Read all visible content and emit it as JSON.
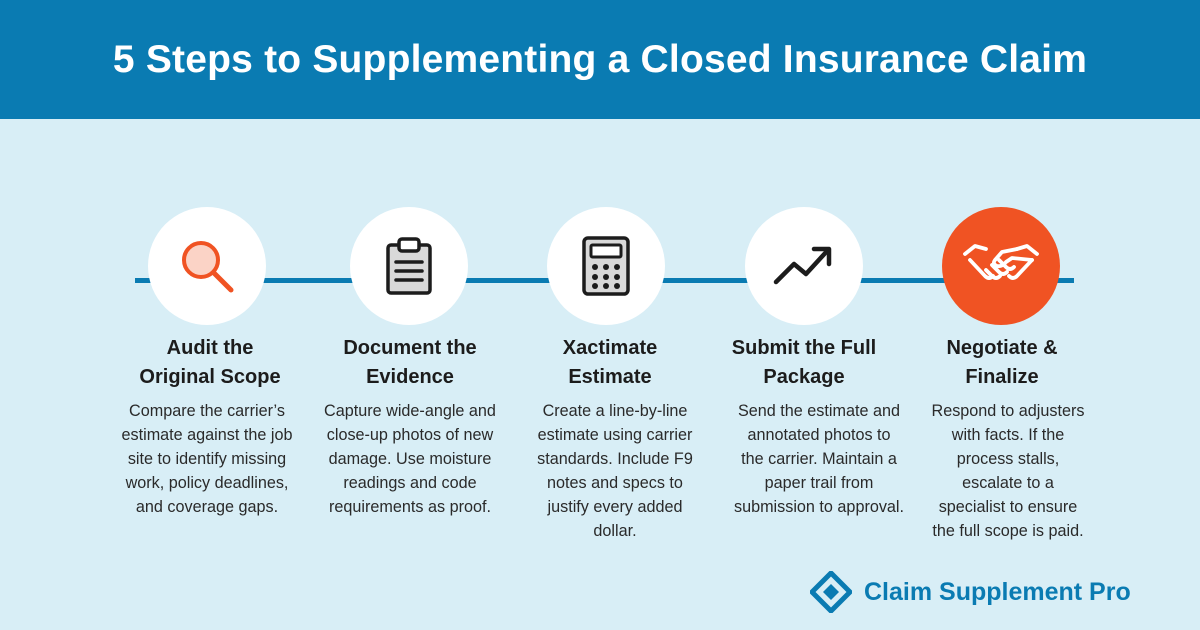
{
  "header": {
    "title": "5 Steps to Supplementing a Closed Insurance Claim"
  },
  "colors": {
    "header_bg": "#0a7bb2",
    "page_bg": "#d8eef6",
    "accent": "#f05323",
    "line": "#0a7bb2",
    "brand": "#0a7bb2"
  },
  "steps": [
    {
      "icon": "magnifier-icon",
      "title_line1": "Audit the",
      "title_line2": "Original Scope",
      "desc": [
        "Compare the carrier’s",
        "estimate against the job",
        "site to identify missing",
        "work, policy deadlines,",
        "and coverage gaps."
      ]
    },
    {
      "icon": "clipboard-icon",
      "title_line1": "Document the",
      "title_line2": "Evidence",
      "desc": [
        "Capture wide-angle and",
        "close-up photos of new",
        "damage. Use moisture",
        "readings and code",
        "requirements as proof."
      ]
    },
    {
      "icon": "calculator-icon",
      "title_line1": "Xactimate",
      "title_line2": "Estimate",
      "desc": [
        "Create a line-by-line",
        "estimate using carrier",
        "standards. Include F9",
        "notes and specs to",
        "justify every added",
        "dollar."
      ]
    },
    {
      "icon": "trending-up-icon",
      "title_line1": "Submit the Full",
      "title_line2": "Package",
      "desc": [
        "Send the estimate and",
        "annotated photos to",
        "the carrier. Maintain a",
        "paper trail from",
        "submission to approval."
      ]
    },
    {
      "icon": "handshake-icon",
      "title_line1": "Negotiate &",
      "title_line2": "Finalize",
      "desc": [
        "Respond to adjusters",
        "with facts. If the",
        "process stalls,",
        "escalate to a",
        "specialist to ensure",
        "the full scope is paid."
      ]
    }
  ],
  "brand": {
    "name": "Claim Supplement Pro",
    "icon": "diamond-logo-icon"
  }
}
